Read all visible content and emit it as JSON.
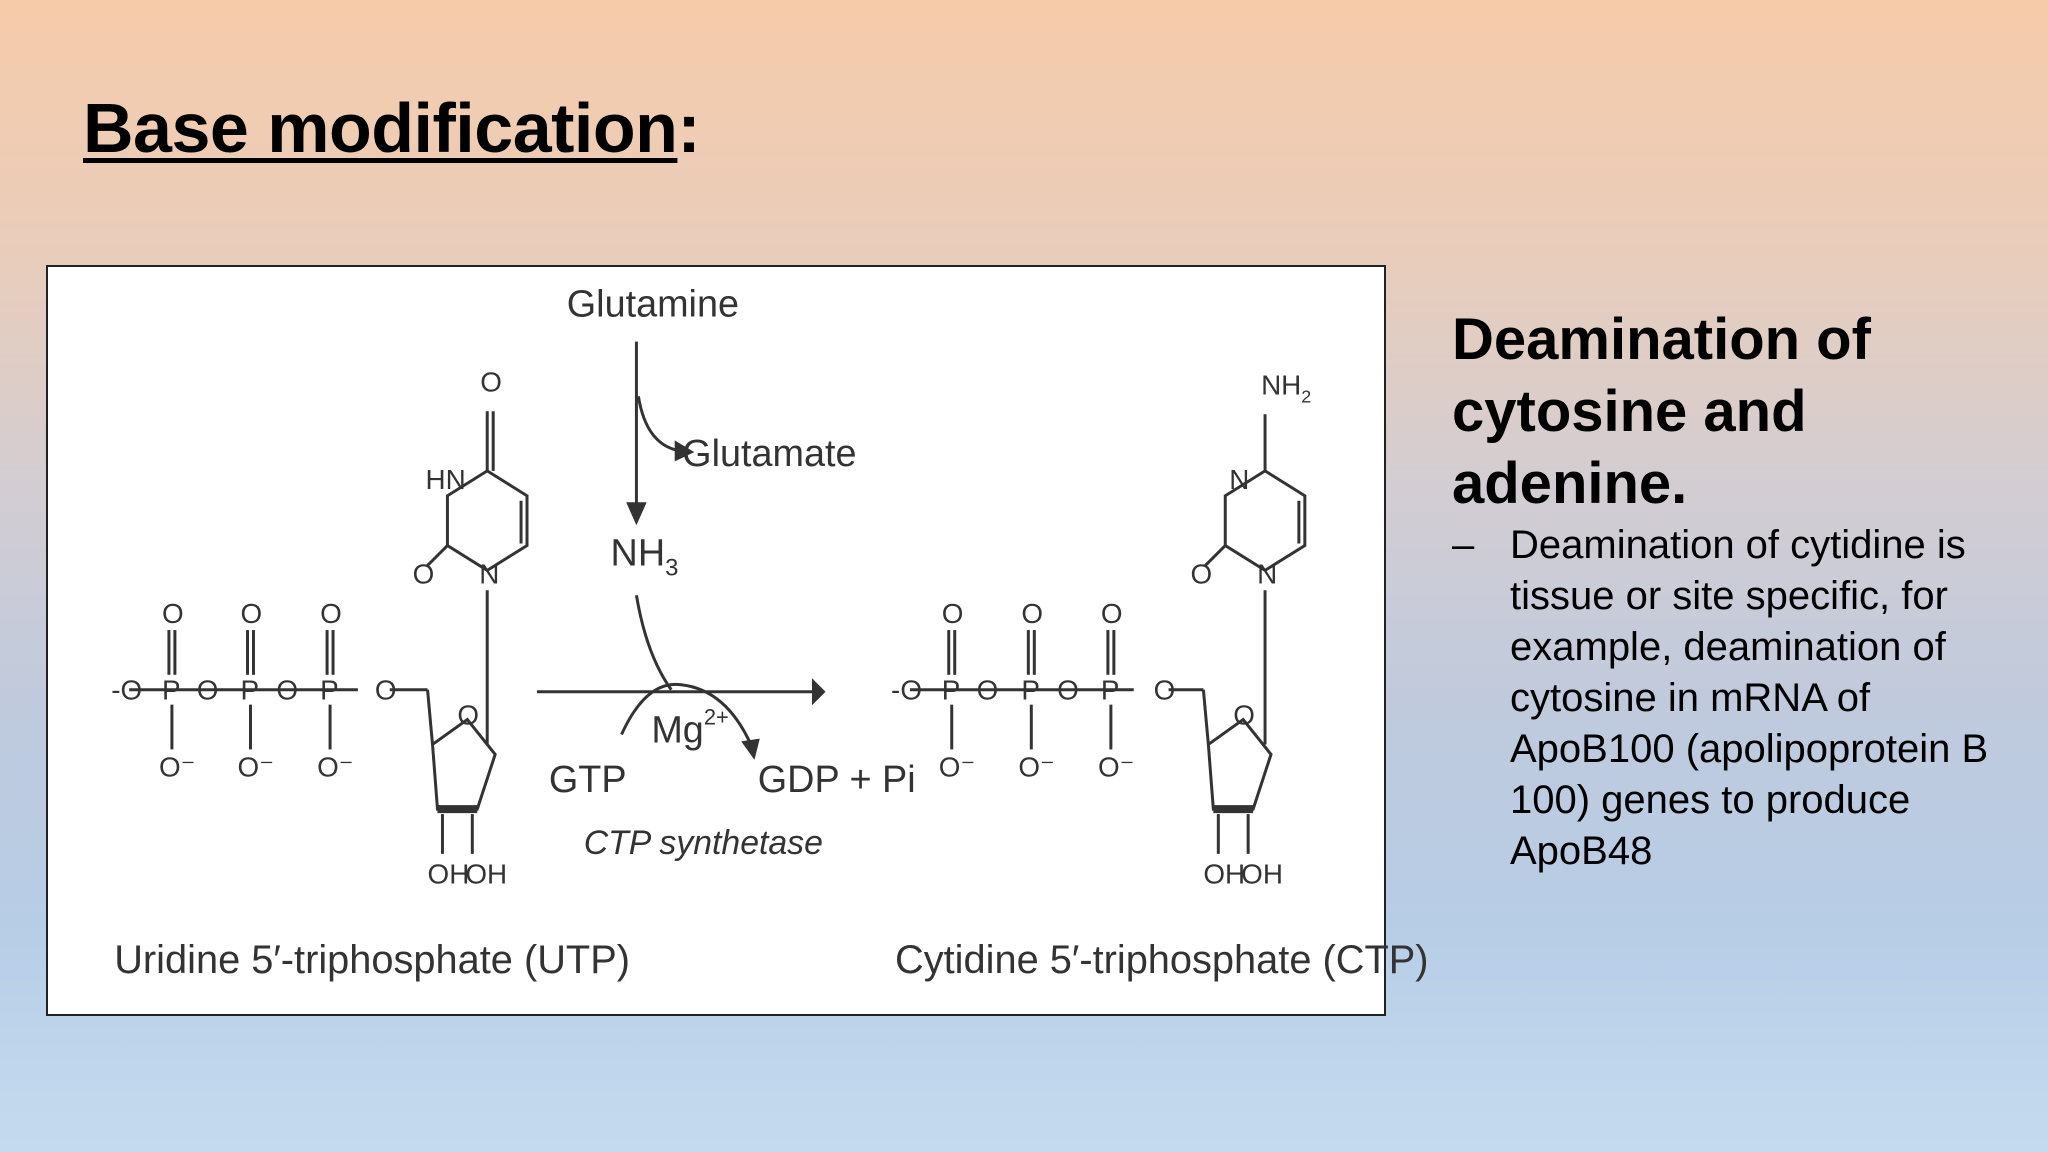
{
  "slide": {
    "title": "Base modification",
    "title_suffix": ":",
    "heading": "Deamination of cytosine and adenine.",
    "bullet_marker": "–",
    "bullet_text": "Deamination of cytidine is tissue or site specific, for example, deamination of cytosine in mRNA of ApoB100 (apolipoprotein B 100) genes to produce ApoB48"
  },
  "figure": {
    "glutamine": "Glutamine",
    "glutamate": "Glutamate",
    "nh3": "NH",
    "nh3_sub": "3",
    "mg": "Mg",
    "mg_sup": "2+",
    "gtp": "GTP",
    "gdp": "GDP + Pi",
    "enzyme": "CTP synthetase",
    "utp_label": "Uridine 5′-triphosphate (UTP)",
    "ctp_label": "Cytidine 5′-triphosphate (CTP)",
    "o_atom": "O",
    "o_minus": "O⁻",
    "phosphorus": "P",
    "chain_start": "-O",
    "hn": "HN",
    "n_atom": "N",
    "nh2": "NH",
    "nh2_sub": "2",
    "oh": "OH"
  }
}
